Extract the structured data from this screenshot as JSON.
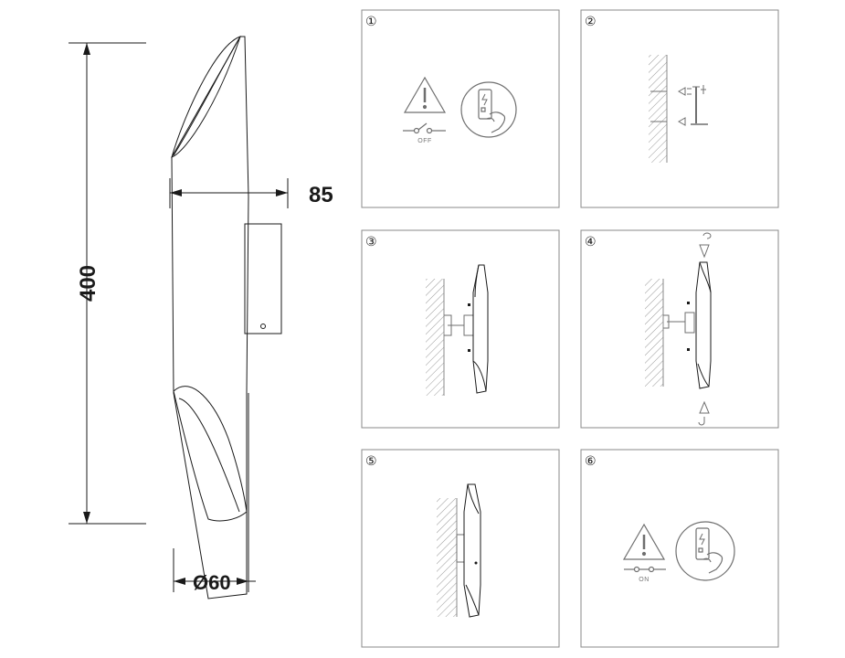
{
  "dimensions": {
    "height": "400",
    "depth": "85",
    "diameter": "Ø60"
  },
  "steps": [
    {
      "number": "①",
      "switch_label": "OFF"
    },
    {
      "number": "②"
    },
    {
      "number": "③"
    },
    {
      "number": "④"
    },
    {
      "number": "⑤"
    },
    {
      "number": "⑥",
      "switch_label": "ON"
    }
  ],
  "colors": {
    "line": "#1a1a1a",
    "panel_border": "#8a8a8a",
    "hatch": "#9a9a9a",
    "icon": "#6f6f6f"
  },
  "icons": [
    "warning-triangle-icon",
    "phase-tester-icon",
    "switch-off-icon",
    "switch-on-icon",
    "screw-icon",
    "wall-anchor-icon"
  ]
}
